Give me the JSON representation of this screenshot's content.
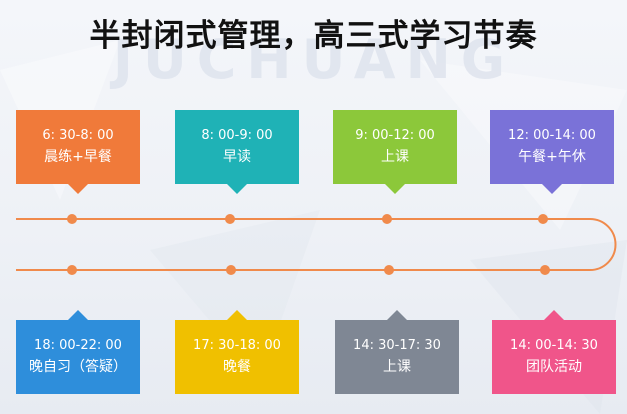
{
  "title": "半封闭式管理，高三式学习节奏",
  "watermark": "JUCHUANG",
  "top_row": [
    {
      "time": "6: 30-8: 00",
      "activity": "晨练+早餐",
      "color": "#f07a3a"
    },
    {
      "time": "8: 00-9: 00",
      "activity": "早读",
      "color": "#1fb2b6"
    },
    {
      "time": "9: 00-12: 00",
      "activity": "上课",
      "color": "#8cc83a"
    },
    {
      "time": "12: 00-14: 00",
      "activity": "午餐+午休",
      "color": "#7a72d8"
    }
  ],
  "bottom_row": [
    {
      "time": "18: 00-22: 00",
      "activity": "晚自习（答疑）",
      "color": "#2e8edb"
    },
    {
      "time": "17: 30-18: 00",
      "activity": "晚餐",
      "color": "#f0c000"
    },
    {
      "time": "14: 30-17: 30",
      "activity": "上课",
      "color": "#7f8794"
    },
    {
      "time": "14: 00-14: 30",
      "activity": "团队活动",
      "color": "#f0558a"
    }
  ],
  "track_color": "#f08a4b"
}
